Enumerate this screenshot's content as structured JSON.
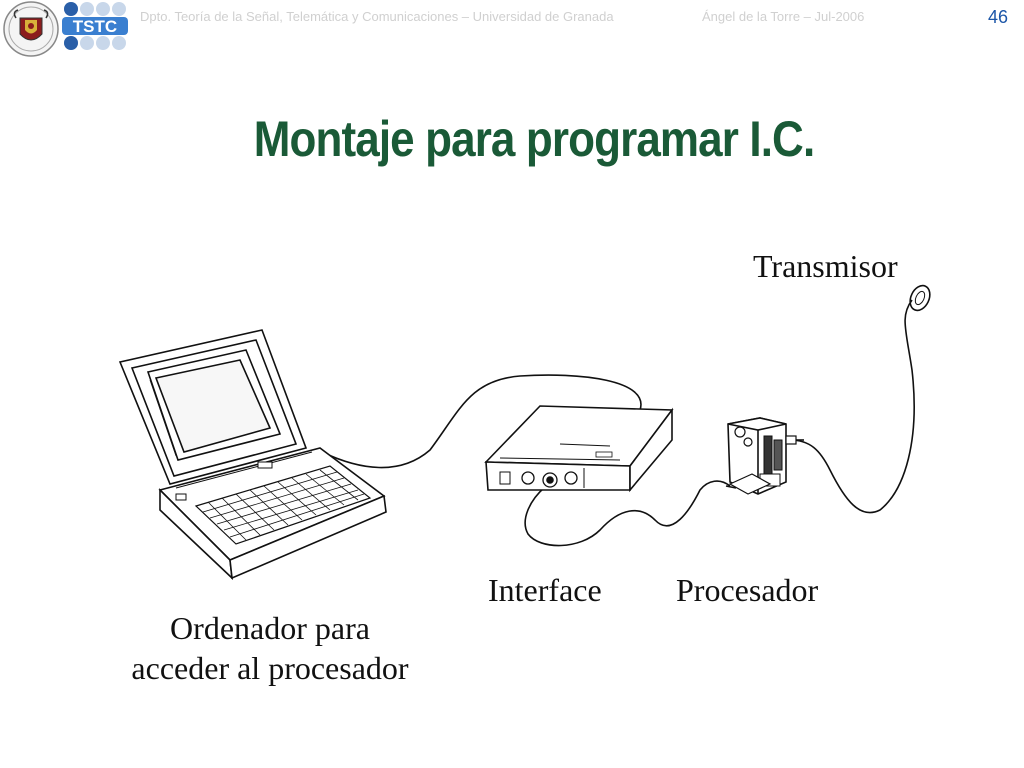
{
  "header": {
    "department": "Dpto. Teoría de la Señal, Telemática y Comunicaciones – Universidad de Granada",
    "author_date": "Ángel de la Torre – Jul-2006",
    "page_number": "46",
    "logo_left_icon": "university-crest-icon",
    "logo_right_text": "TSTC",
    "logo_right_color": "#3a7fd0"
  },
  "slide": {
    "title": "Montaje para programar I.C.",
    "title_color": "#1a5a37"
  },
  "diagram": {
    "labels": {
      "transmitter": "Transmisor",
      "interface": "Interface",
      "processor": "Procesador",
      "computer_line1": "Ordenador para",
      "computer_line2": "acceder al procesador"
    }
  }
}
